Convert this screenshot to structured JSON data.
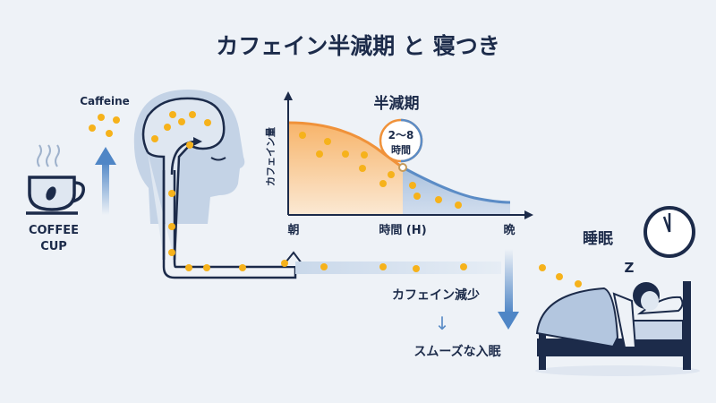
{
  "title": "カフェイン半減期 と 寝つき",
  "coffee": {
    "label_line1": "COFFEE",
    "label_line2": "CUP"
  },
  "caffeine_label": "Caffeine",
  "chart": {
    "title": "半減期",
    "ylabel": "カフェイン量",
    "x_start": "朝",
    "xlabel": "時間 (H)",
    "x_end": "晩",
    "bubble_line1": "2〜8",
    "bubble_line2": "時間"
  },
  "flow": {
    "decrease": "カフェイン減少",
    "arrow": "↓",
    "result": "スムーズな入眠"
  },
  "sleep": {
    "label": "睡眠",
    "z": "Z"
  },
  "colors": {
    "orange": "#f0923a",
    "blue": "#5b8cc6",
    "navy": "#1c2b4a",
    "dot": "#f6b21b"
  }
}
